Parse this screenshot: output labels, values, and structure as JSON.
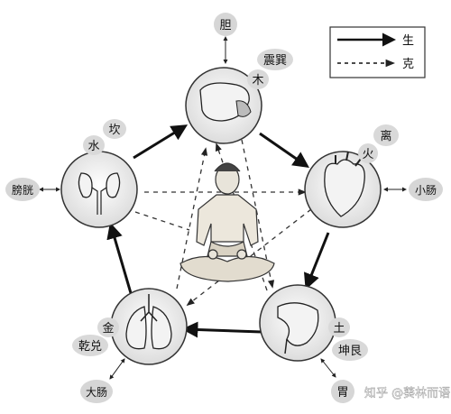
{
  "legend": {
    "generating_label": "生",
    "controlling_label": "克"
  },
  "elements": {
    "wood": {
      "element": "木",
      "trigram": "震巽",
      "organ_icon": "liver-icon",
      "paired_organ": "胆"
    },
    "fire": {
      "element": "火",
      "trigram": "离",
      "organ_icon": "heart-icon",
      "paired_organ": "小肠"
    },
    "earth": {
      "element": "土",
      "trigram": "坤艮",
      "organ_icon": "stomach-icon",
      "paired_organ": "胃"
    },
    "metal": {
      "element": "金",
      "trigram": "乾兑",
      "organ_icon": "lungs-icon",
      "paired_organ": "大肠"
    },
    "water": {
      "element": "水",
      "trigram": "坎",
      "organ_icon": "kidneys-icon",
      "paired_organ": "膀胱"
    }
  },
  "center_figure": "meditating-person-icon",
  "watermark": "知乎 @葵林而语"
}
